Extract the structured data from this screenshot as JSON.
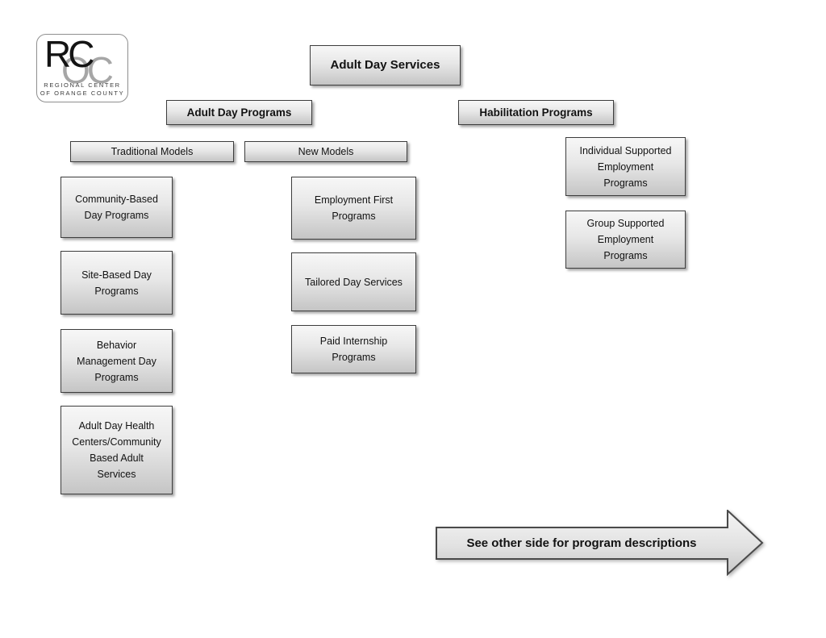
{
  "logo": {
    "rc": "RC",
    "oc": "OC",
    "caption_line1": "REGIONAL CENTER",
    "caption_line2": "OF ORANGE COUNTY"
  },
  "colors": {
    "box_border": "#3d3d3d",
    "box_gradient_top": "#f7f7f7",
    "box_gradient_bottom": "#c5c5c5"
  },
  "nodes": {
    "root": "Adult Day Services",
    "adult_day_programs": "Adult Day Programs",
    "habilitation_programs": "Habilitation Programs",
    "traditional_models": "Traditional Models",
    "new_models": "New Models",
    "community_based": "Community-Based\nDay Programs",
    "site_based": "Site-Based Day\nPrograms",
    "behavior_management": "Behavior\nManagement Day\nPrograms",
    "adult_day_health": "Adult Day Health\nCenters/Community\nBased Adult\nServices",
    "employment_first": "Employment First\nPrograms",
    "tailored_day": "Tailored Day Services",
    "paid_internship": "Paid Internship\nPrograms",
    "individual_supported": "Individual Supported\nEmployment\nPrograms",
    "group_supported": "Group Supported\nEmployment\nPrograms"
  },
  "arrow": {
    "label": "See other side for program descriptions"
  }
}
